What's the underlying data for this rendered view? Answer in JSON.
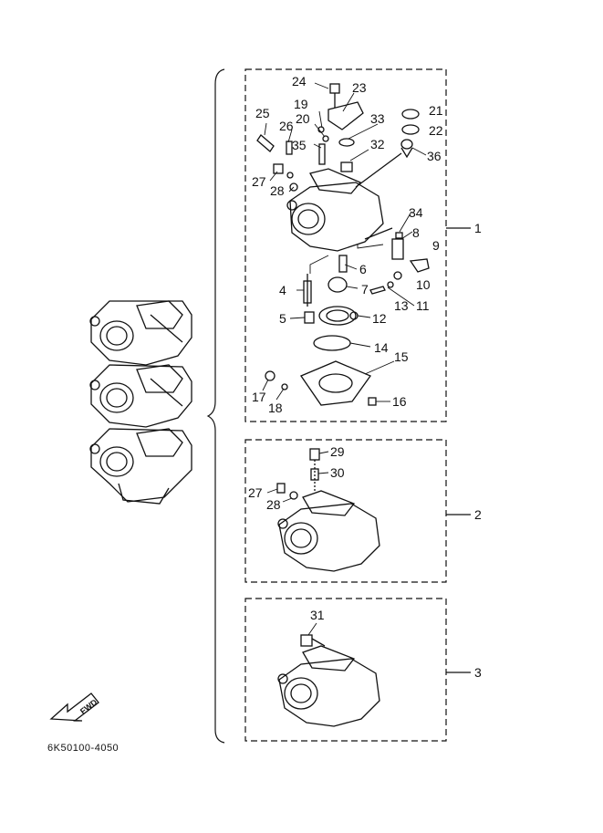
{
  "part_code": "6K50100-4050",
  "fwd_label": "FWD",
  "groups": [
    "1",
    "2",
    "3"
  ],
  "callouts": [
    "24",
    "23",
    "19",
    "21",
    "25",
    "20",
    "33",
    "22",
    "26",
    "35",
    "32",
    "36",
    "27",
    "28",
    "34",
    "8",
    "9",
    "6",
    "10",
    "4",
    "7",
    "11",
    "13",
    "5",
    "12",
    "14",
    "15",
    "17",
    "18",
    "16",
    "29",
    "30",
    "27",
    "28",
    "31"
  ]
}
